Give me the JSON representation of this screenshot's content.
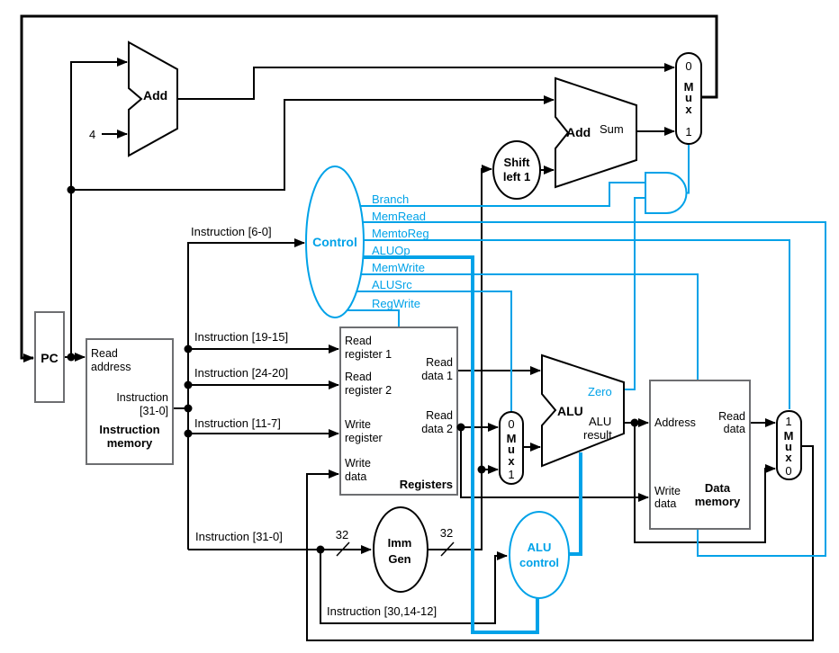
{
  "diagram": {
    "colors": {
      "signal_blue": "#00A2E8",
      "wire_black": "#000000",
      "block_border_gray": "#6D6E71"
    },
    "pc": {
      "name": "PC"
    },
    "instruction_memory": {
      "port_read_address_l1": "Read",
      "port_read_address_l2": "address",
      "port_instruction_l1": "Instruction",
      "port_instruction_l2": "[31-0]",
      "name_l1": "Instruction",
      "name_l2": "memory"
    },
    "registers": {
      "port_read_register1_l1": "Read",
      "port_read_register1_l2": "register 1",
      "port_read_register2_l1": "Read",
      "port_read_register2_l2": "register 2",
      "port_write_register_l1": "Write",
      "port_write_register_l2": "register",
      "port_write_data_l1": "Write",
      "port_write_data_l2": "data",
      "port_read_data1_l1": "Read",
      "port_read_data1_l2": "data 1",
      "port_read_data2_l1": "Read",
      "port_read_data2_l2": "data 2",
      "name": "Registers"
    },
    "data_memory": {
      "port_address": "Address",
      "port_read_data_l1": "Read",
      "port_read_data_l2": "data",
      "port_write_data_l1": "Write",
      "port_write_data_l2": "data",
      "name_l1": "Data",
      "name_l2": "memory"
    },
    "adders": {
      "pc_add": "Add",
      "branch_add": "Add",
      "sum": "Sum"
    },
    "alu": {
      "name": "ALU",
      "result_l1": "ALU",
      "result_l2": "result",
      "zero": "Zero"
    },
    "shift_left": {
      "l1": "Shift",
      "l2": "left 1"
    },
    "imm_gen": {
      "l1": "Imm",
      "l2": "Gen"
    },
    "control": {
      "name": "Control"
    },
    "alu_control": {
      "l1": "ALU",
      "l2": "control"
    },
    "signals": {
      "branch": "Branch",
      "mem_read": "MemRead",
      "mem_to_reg": "MemtoReg",
      "alu_op": "ALUOp",
      "mem_write": "MemWrite",
      "alu_src": "ALUSrc",
      "reg_write": "RegWrite"
    },
    "buses": {
      "instr_6_0": "Instruction [6-0]",
      "instr_19_15": "Instruction [19-15]",
      "instr_24_20": "Instruction [24-20]",
      "instr_11_7": "Instruction [11-7]",
      "instr_31_0": "Instruction [31-0]",
      "instr_30_14_12": "Instruction [30,14-12]",
      "const_four": "4",
      "width_in": "32",
      "width_out": "32"
    },
    "mux": {
      "zero": "0",
      "one": "1",
      "m": "M",
      "u": "u",
      "x": "x"
    }
  }
}
